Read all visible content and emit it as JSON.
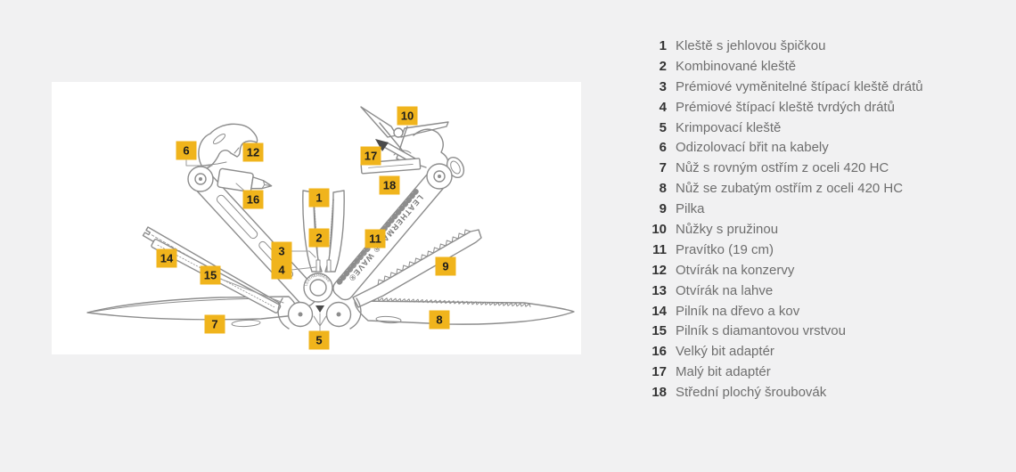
{
  "colors": {
    "page_bg": "#f1f1f2",
    "panel_bg": "#ffffff",
    "label_bg": "#f0b41c",
    "label_text": "#1d1d1d",
    "line_art": "#8d8d8d",
    "legend_number": "#333333",
    "legend_text": "#6e6e6e"
  },
  "diagram": {
    "ring_brand": "LEATHERMAN®",
    "handle_brand": "LEATHERMAN® WAVE®",
    "labels": [
      {
        "n": "1"
      },
      {
        "n": "2"
      },
      {
        "n": "3"
      },
      {
        "n": "4"
      },
      {
        "n": "5"
      },
      {
        "n": "6"
      },
      {
        "n": "7"
      },
      {
        "n": "8"
      },
      {
        "n": "9"
      },
      {
        "n": "10"
      },
      {
        "n": "11"
      },
      {
        "n": "12"
      },
      {
        "n": "14"
      },
      {
        "n": "15"
      },
      {
        "n": "16"
      },
      {
        "n": "17"
      },
      {
        "n": "18"
      }
    ]
  },
  "legend": {
    "items": [
      {
        "n": "1",
        "text": "Kleště s jehlovou špičkou"
      },
      {
        "n": "2",
        "text": "Kombinované kleště"
      },
      {
        "n": "3",
        "text": "Prémiové vyměnitelné štípací kleště drátů"
      },
      {
        "n": "4",
        "text": "Prémiové štípací kleště tvrdých drátů"
      },
      {
        "n": "5",
        "text": "Krimpovací kleště"
      },
      {
        "n": "6",
        "text": "Odizolovací břit na kabely"
      },
      {
        "n": "7",
        "text": "Nůž s rovným ostřím z oceli 420 HC"
      },
      {
        "n": "8",
        "text": "Nůž se zubatým ostřím z oceli 420 HC"
      },
      {
        "n": "9",
        "text": "Pilka"
      },
      {
        "n": "10",
        "text": "Nůžky s pružinou"
      },
      {
        "n": "11",
        "text": "Pravítko (19 cm)"
      },
      {
        "n": "12",
        "text": "Otvírák na konzervy"
      },
      {
        "n": "13",
        "text": "Otvírák na lahve"
      },
      {
        "n": "14",
        "text": "Pilník na dřevo a kov"
      },
      {
        "n": "15",
        "text": "Pilník s diamantovou vrstvou"
      },
      {
        "n": "16",
        "text": "Velký bit adaptér"
      },
      {
        "n": "17",
        "text": "Malý bit adaptér"
      },
      {
        "n": "18",
        "text": "Střední plochý šroubovák"
      }
    ]
  }
}
